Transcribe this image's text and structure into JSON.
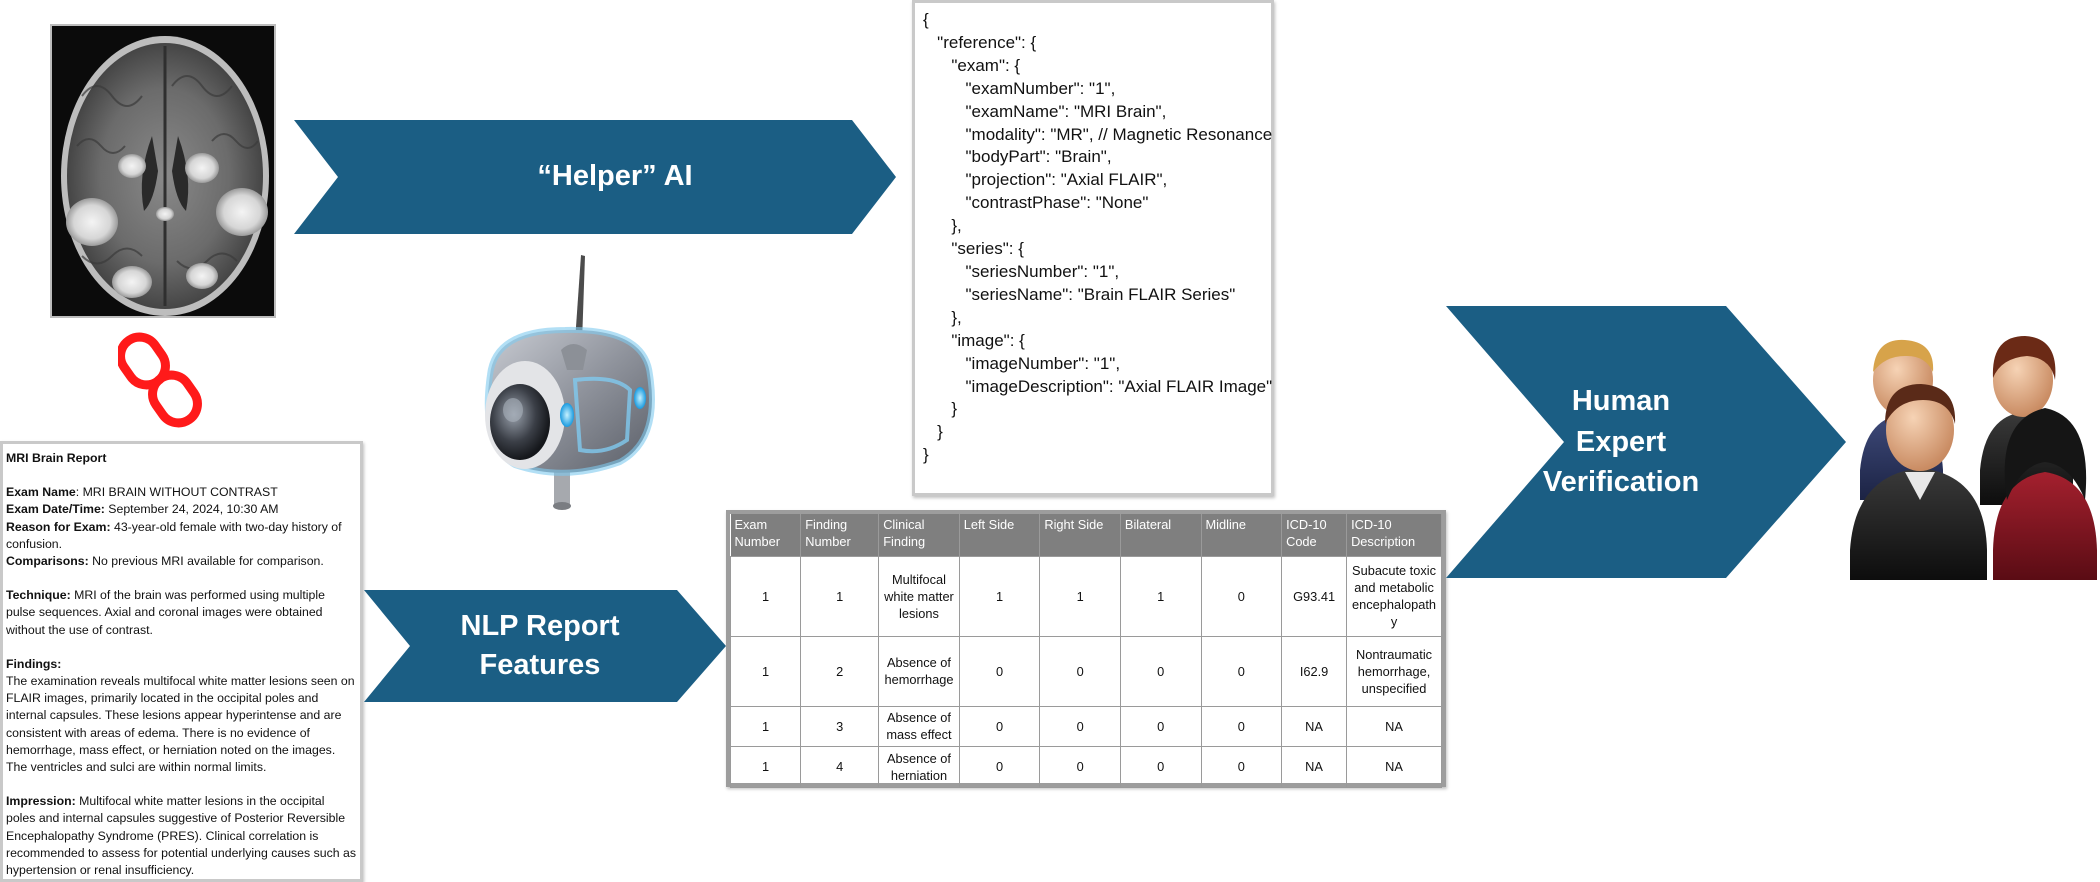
{
  "arrows": {
    "helper_ai": "“Helper” AI",
    "nlp": "NLP Report\nFeatures",
    "human": "Human\nExpert\nVerification"
  },
  "json_panel": {
    "text": "{\n   \"reference\": {\n      \"exam\": {\n         \"examNumber\": \"1\",\n         \"examName\": \"MRI Brain\",\n         \"modality\": \"MR\", // Magnetic Resonance\n         \"bodyPart\": \"Brain\",\n         \"projection\": \"Axial FLAIR\",\n         \"contrastPhase\": \"None\"\n      },\n      \"series\": {\n         \"seriesNumber\": \"1\",\n         \"seriesName\": \"Brain FLAIR Series\"\n      },\n      \"image\": {\n         \"imageNumber\": \"1\",\n         \"imageDescription\": \"Axial FLAIR Image\"\n      }\n   }\n}"
  },
  "report": {
    "title": "MRI Brain Report",
    "exam_name_label": "Exam Name",
    "exam_name_value": ": MRI BRAIN WITHOUT CONTRAST",
    "exam_date_label": "Exam Date/Time:",
    "exam_date_value": " September 24, 2024, 10:30 AM",
    "reason_label": "Reason for Exam:",
    "reason_value": " 43-year-old female with two-day history of confusion.",
    "comparisons_label": "Comparisons:",
    "comparisons_value": "  No previous MRI available for comparison.",
    "technique_label": "Technique:",
    "technique_value": " MRI of the brain was performed using multiple pulse sequences. Axial and coronal images were obtained without the use of contrast.",
    "findings_label": "Findings:",
    "findings_value": "The examination reveals multifocal white matter lesions seen on FLAIR images, primarily located in the occipital poles and internal capsules. These lesions appear hyperintense and are consistent with areas of edema. There is no evidence of hemorrhage, mass effect, or herniation noted on the images. The ventricles and sulci are within normal limits.",
    "impression_label": "Impression:",
    "impression_value": " Multifocal white matter lesions in the occipital poles and internal capsules suggestive of Posterior Reversible Encephalopathy Syndrome (PRES). Clinical correlation is recommended to assess for potential underlying causes such as hypertension or renal insufficiency."
  },
  "table": {
    "headers": [
      "Exam\nNumber",
      "Finding\nNumber",
      "Clinical\nFinding",
      "Left Side",
      "Right Side",
      "Bilateral",
      "Midline",
      "ICD-10\nCode",
      "ICD-10\nDescription"
    ],
    "rows": [
      [
        "1",
        "1",
        "Multifocal white matter lesions",
        "1",
        "1",
        "1",
        "0",
        "G93.41",
        "Subacute toxic and metabolic encephalopathy"
      ],
      [
        "1",
        "2",
        "Absence of hemorrhage",
        "0",
        "0",
        "0",
        "0",
        "I62.9",
        "Nontraumatic hemorrhage, unspecified"
      ],
      [
        "1",
        "3",
        "Absence of mass effect",
        "0",
        "0",
        "0",
        "0",
        "NA",
        "NA"
      ],
      [
        "1",
        "4",
        "Absence of herniation",
        "0",
        "0",
        "0",
        "0",
        "NA",
        "NA"
      ]
    ]
  },
  "colors": {
    "arrow": "#1b5e84",
    "table_header": "#7f7f7f",
    "chain": "#ff1a1a"
  },
  "icons": {
    "mri": "brain-mri-scan",
    "chain": "chain-link-icon",
    "robot": "robot-icon",
    "people": "people-group-icon"
  }
}
